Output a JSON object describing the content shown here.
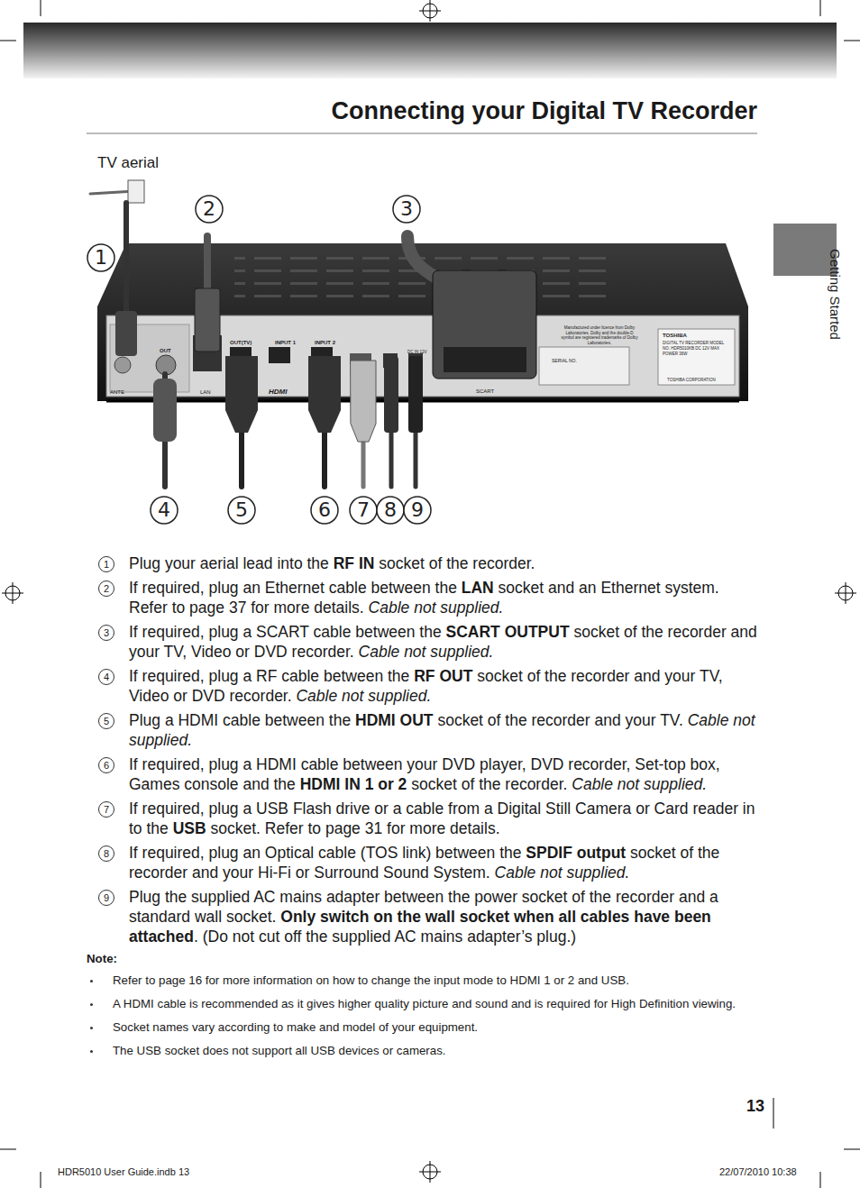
{
  "diagram": {
    "title": "Connecting your Digital TV Recorder",
    "labels": [
      "TV aerial",
      "1",
      "2",
      "3",
      "4",
      "5",
      "6",
      "7",
      "8",
      "9",
      "1",
      "2",
      "3",
      "4",
      "5",
      "6",
      "7",
      "8",
      "9",
      "Plug your aerial lead into the",
      "RF IN",
      "socket of the recorder.",
      "If required, plug an Ethernet cable between the",
      "LAN",
      "socket and an Ethernet system. Refer to page 37 for more details.",
      "Cable not supplied.",
      "If required, plug a SCART cable between the",
      "SCART OUTPUT",
      "socket of the recorder and your TV, Video or DVD recorder.",
      "Cable not supplied.",
      "If required, plug a RF cable between the",
      "RF OUT",
      "socket of the recorder and your TV, Video or DVD recorder.",
      "Cable not supplied.",
      "Plug a HDMI cable between the",
      "HDMI OUT",
      "socket of the recorder and your TV.",
      "Cable not supplied.",
      "If required, plug a HDMI cable between your DVD player, DVD recorder, Set-top box, Games console and the",
      "HDMI IN 1 or 2",
      "socket of the recorder.",
      "Cable not supplied.",
      "If required, plug a USB Flash drive or a cable from a Digital Still Camera or Card reader in to the",
      "USB",
      "socket. Refer to page 31 for more details.",
      "If required, plug an Optical cable (TOS link) between the",
      "SPDIF output",
      "socket of the recorder and your Hi-Fi or Surround Sound System.",
      "Cable not supplied.",
      "Plug the supplied AC mains adapter between the power socket of the recorder and a standard wall socket.",
      "Only switch on the wall socket when all cables have been attached",
      ". (Do not cut off the supplied AC mains adapter’s plug.)",
      "Note:",
      "Refer to page 16 for more information on how to change the input mode to HDMI 1 or 2 and USB.",
      "A HDMI cable is recommended as it gives higher quality picture and sound and is required for High Definition viewing.",
      "Socket names vary according to make and model of your equipment.",
      "The USB socket does not support all USB devices or cameras.",
      "Getting Started",
      "13",
      "HDR5010 User Guide.indb 13",
      "22/07/2010 10:38",
      "ANTE",
      "OUT",
      "LAN",
      "OUT(TV)",
      "INPUT 1",
      "INPUT 2",
      "HDMI",
      "SCART",
      "DC IN 12V",
      "Manufactured under licence from Dolby Laboratories. Dolby and the double-D symbol are registered trademarks of Dolby Laboratories.",
      "SERIAL NO.",
      "TOSHIBA",
      "DIGITAL TV RECORDER MODEL NO. HDR5010KB DC 12V MAX POWER 36W",
      "TOSHIBA CORPORATION"
    ]
  }
}
